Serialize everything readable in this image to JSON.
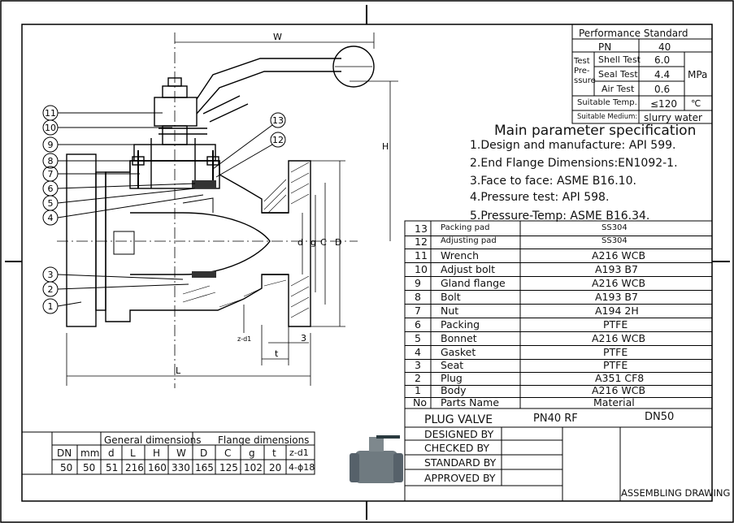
{
  "performance": {
    "title": "Performance Standard",
    "pn_label": "PN",
    "pn_value": "40",
    "test_label": "Test\nPre-\nssure",
    "tests": [
      {
        "name": "Shell Test",
        "value": "6.0"
      },
      {
        "name": "Seal Test",
        "value": "4.4"
      },
      {
        "name": "Air Test",
        "value": "0.6"
      }
    ],
    "unit": "MPa",
    "temp_label": "Suitable Temp.",
    "temp_value": "≤120",
    "temp_unit": "℃",
    "medium_label": "Suitable Medium:",
    "medium_value": "slurry water"
  },
  "spec": {
    "title": "Main parameter specification",
    "items": [
      "1.Design and manufacture: API 599.",
      "2.End Flange Dimensions:EN1092-1.",
      "3.Face to face: ASME B16.10.",
      "4.Pressure test: API 598.",
      "5.Pressure-Temp: ASME B16.34."
    ]
  },
  "parts": {
    "rows": [
      {
        "no": "13",
        "name": "Packing pad",
        "material": "SS304"
      },
      {
        "no": "12",
        "name": "Adjusting pad",
        "material": "SS304"
      },
      {
        "no": "11",
        "name": "Wrench",
        "material": "A216 WCB"
      },
      {
        "no": "10",
        "name": "Adjust bolt",
        "material": "A193 B7"
      },
      {
        "no": "9",
        "name": "Gland flange",
        "material": "A216 WCB"
      },
      {
        "no": "8",
        "name": "Bolt",
        "material": "A193 B7"
      },
      {
        "no": "7",
        "name": "Nut",
        "material": "A194 2H"
      },
      {
        "no": "6",
        "name": "Packing",
        "material": "PTFE"
      },
      {
        "no": "5",
        "name": "Bonnet",
        "material": "A216 WCB"
      },
      {
        "no": "4",
        "name": "Gasket",
        "material": "PTFE"
      },
      {
        "no": "3",
        "name": "Seat",
        "material": "PTFE"
      },
      {
        "no": "2",
        "name": "Plug",
        "material": "A351 CF8"
      },
      {
        "no": "1",
        "name": "Body",
        "material": "A216 WCB"
      }
    ],
    "header": {
      "no": "No",
      "name": "Parts Name",
      "material": "Material"
    }
  },
  "titleblock": {
    "name": "PLUG VALVE",
    "rating": "PN40 RF",
    "size": "DN50",
    "designed": "DESIGNED BY",
    "checked": "CHECKED BY",
    "standard": "STANDARD BY",
    "approved": "APPROVED BY",
    "drawing_type": "ASSEMBLING DRAWING"
  },
  "dimensions": {
    "group_general": "General dimensions",
    "group_flange": "Flange dimensions",
    "headers": [
      "DN",
      "mm",
      "d",
      "L",
      "H",
      "W",
      "D",
      "C",
      "g",
      "t",
      "z-d1"
    ],
    "values": [
      "50",
      "50",
      "51",
      "216",
      "160",
      "330",
      "165",
      "125",
      "102",
      "20",
      "4-ϕ18"
    ]
  },
  "drawing": {
    "balloons": [
      "11",
      "10",
      "9",
      "8",
      "7",
      "6",
      "5",
      "4",
      "3",
      "2",
      "1",
      "13",
      "12"
    ],
    "dim_labels": {
      "w": "W",
      "h": "H",
      "l": "L",
      "d": "d",
      "g": "g",
      "c": "C",
      "D": "D",
      "t": "t",
      "three": "3",
      "zd1": "z-d1"
    }
  }
}
